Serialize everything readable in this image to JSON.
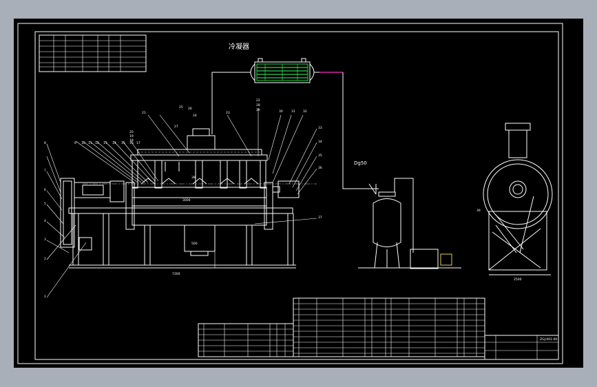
{
  "drawing": {
    "condenser_label": "冷凝器",
    "nozzle_label": "Dg50",
    "balloon_numbers_top": [
      "21",
      "20",
      "19",
      "18",
      "27",
      "26",
      "25",
      "24",
      "23",
      "22",
      "28",
      "29",
      "30",
      "31",
      "32"
    ],
    "balloon_numbers_left": [
      "9",
      "10",
      "11",
      "12",
      "13",
      "14",
      "15",
      "16",
      "17",
      "8",
      "7",
      "6",
      "5",
      "4",
      "3",
      "2",
      "1"
    ],
    "balloon_numbers_right": [
      "33",
      "34",
      "35",
      "36",
      "37",
      "38",
      "39"
    ],
    "title_block_code": "ZGJ-001-00",
    "colors": {
      "background_outer": "#a9afb8",
      "sheet": "#000000",
      "line": "#ffffff",
      "condenser_tubes": "#2fd14a",
      "pipe_magenta": "#ff2bd0",
      "motor_yellow": "#e0d24a"
    }
  }
}
